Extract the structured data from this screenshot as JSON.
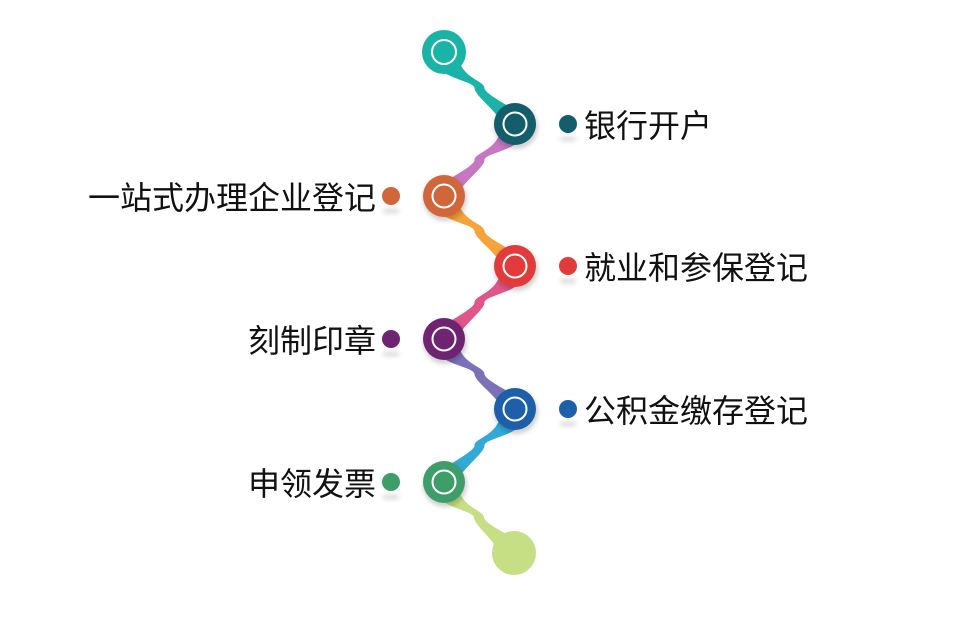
{
  "steps": [
    {
      "label": "银行开户",
      "color": "#145D6B",
      "side": "right"
    },
    {
      "label": "一站式办理企业登记",
      "color": "#D0663A",
      "side": "left"
    },
    {
      "label": "就业和参保登记",
      "color": "#E23B3B",
      "side": "right"
    },
    {
      "label": "刻制印章",
      "color": "#6E2471",
      "side": "left"
    },
    {
      "label": "公积金缴存登记",
      "color": "#1E5FAA",
      "side": "right"
    },
    {
      "label": "申领发票",
      "color": "#3E9E6A",
      "side": "left"
    }
  ],
  "colors": {
    "start": "#1BB3A8",
    "end": "#C6DE84",
    "connector_1": "#C776C2",
    "connector_2": "#F5A33A",
    "connector_3": "#E0568A",
    "connector_4": "#7B71B8",
    "connector_5": "#33A9D8"
  }
}
